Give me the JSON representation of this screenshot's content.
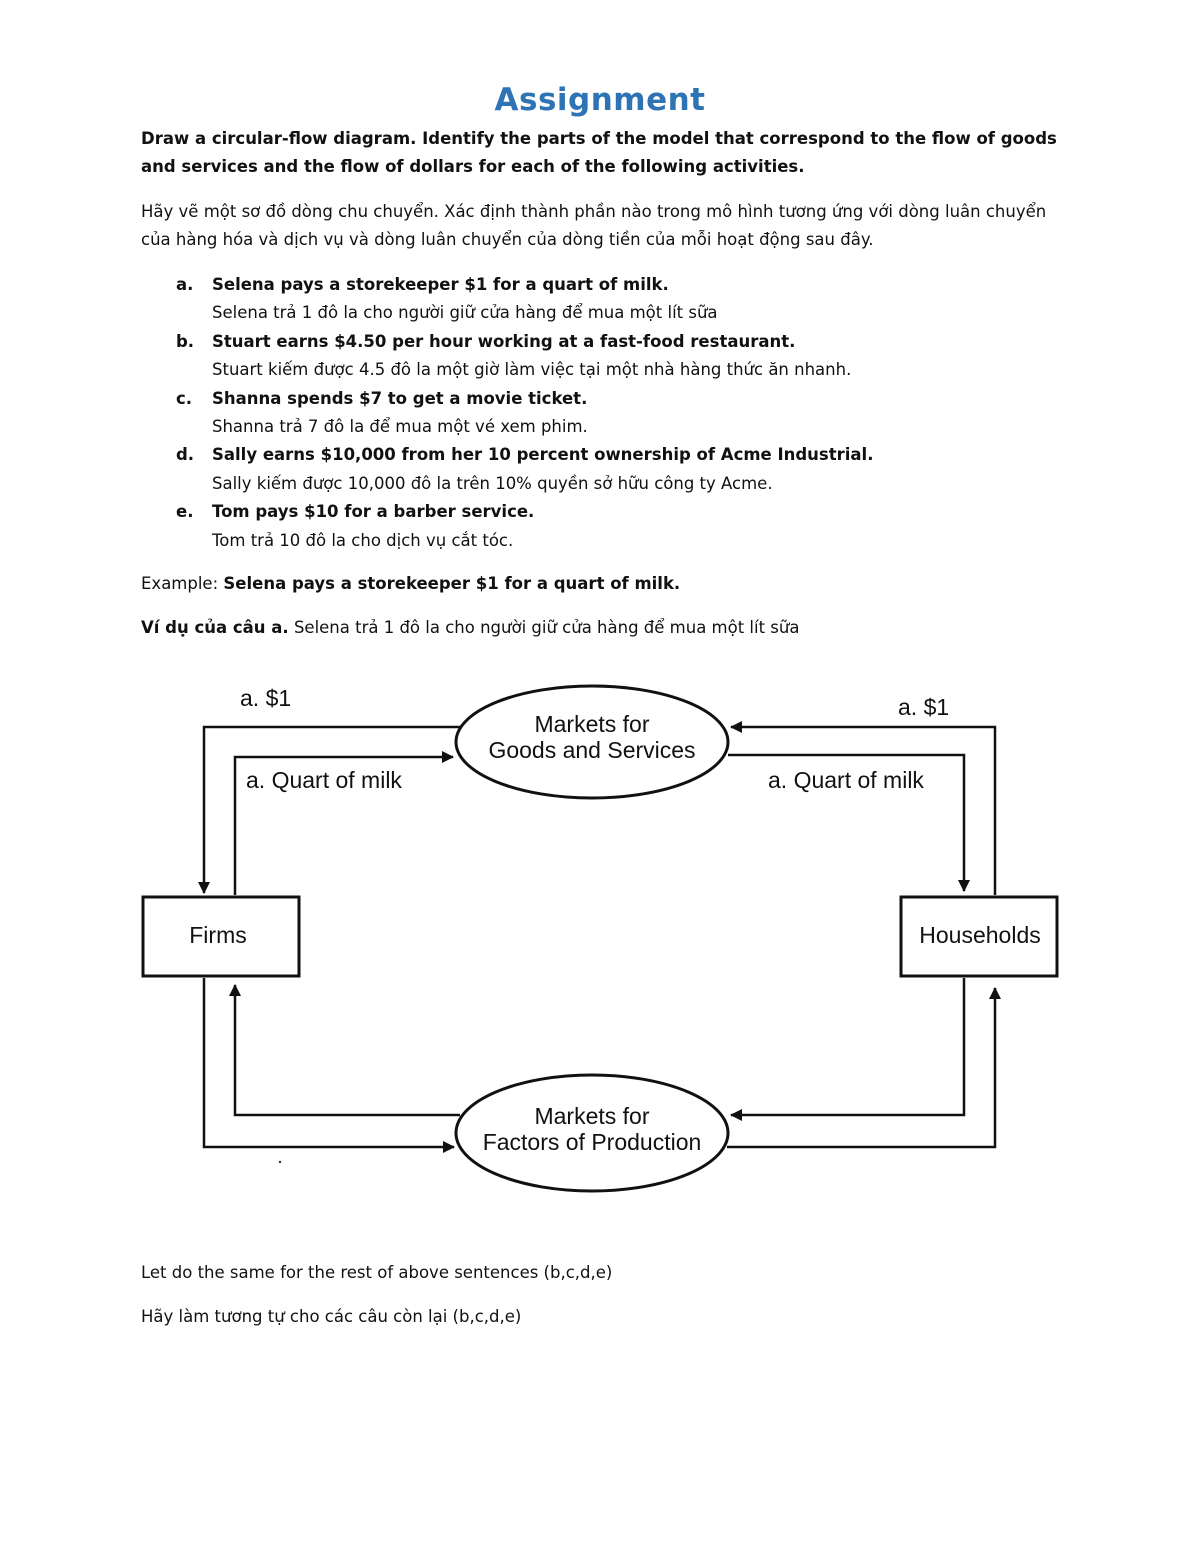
{
  "title": "Assignment",
  "instructions": {
    "en": "Draw a circular-flow diagram. Identify the parts of the model that correspond to the flow of goods and services and the flow of dollars for each of the following activities.",
    "vi": "Hãy vẽ một sơ đồ dòng chu chuyển. Xác định thành phần nào trong mô hình tương ứng với dòng luân chuyển của hàng hóa và dịch vụ và dòng luân chuyển của dòng tiền của mỗi hoạt động sau đây."
  },
  "activities": [
    {
      "letter": "a.",
      "en": "Selena pays a storekeeper $1 for a quart of milk.",
      "vi": "Selena trả 1 đô la cho người giữ cửa hàng để mua một lít sữa"
    },
    {
      "letter": "b.",
      "en": "Stuart earns $4.50 per hour working at a fast-food restaurant.",
      "vi": "Stuart kiếm được 4.5 đô la một giờ làm việc tại một nhà hàng thức ăn nhanh."
    },
    {
      "letter": "c.",
      "en": "Shanna spends $7 to get a movie ticket.",
      "vi": "Shanna trả 7 đô la để mua một vé xem phim."
    },
    {
      "letter": "d.",
      "en": "Sally earns $10,000 from her 10 percent ownership of Acme Industrial.",
      "vi": "Sally kiếm được 10,000 đô la trên 10% quyền sở hữu công ty Acme."
    },
    {
      "letter": "e.",
      "en": "Tom pays $10 for a barber service.",
      "vi": "Tom trả 10 đô la cho dịch vụ cắt tóc."
    }
  ],
  "example": {
    "label": "Example:",
    "text": "Selena pays a storekeeper $1 for a quart of milk.",
    "vi_label": "Ví dụ của câu a.",
    "vi_text": "Selena trả 1 đô la cho người giữ cửa hàng để mua một lít sữa"
  },
  "diagram": {
    "goods_market_line1": "Markets for",
    "goods_market_line2": "Goods and Services",
    "factors_market_line1": "Markets for",
    "factors_market_line2": "Factors of Production",
    "firms": "Firms",
    "households": "Households",
    "left_dollar": "a. $1",
    "left_goods": "a. Quart of milk",
    "right_dollar": "a. $1",
    "right_goods": "a. Quart of milk"
  },
  "closing": {
    "en": "Let do the same for the rest of above sentences (b,c,d,e)",
    "vi": "Hãy làm tương tự cho các câu còn lại (b,c,d,e)"
  }
}
